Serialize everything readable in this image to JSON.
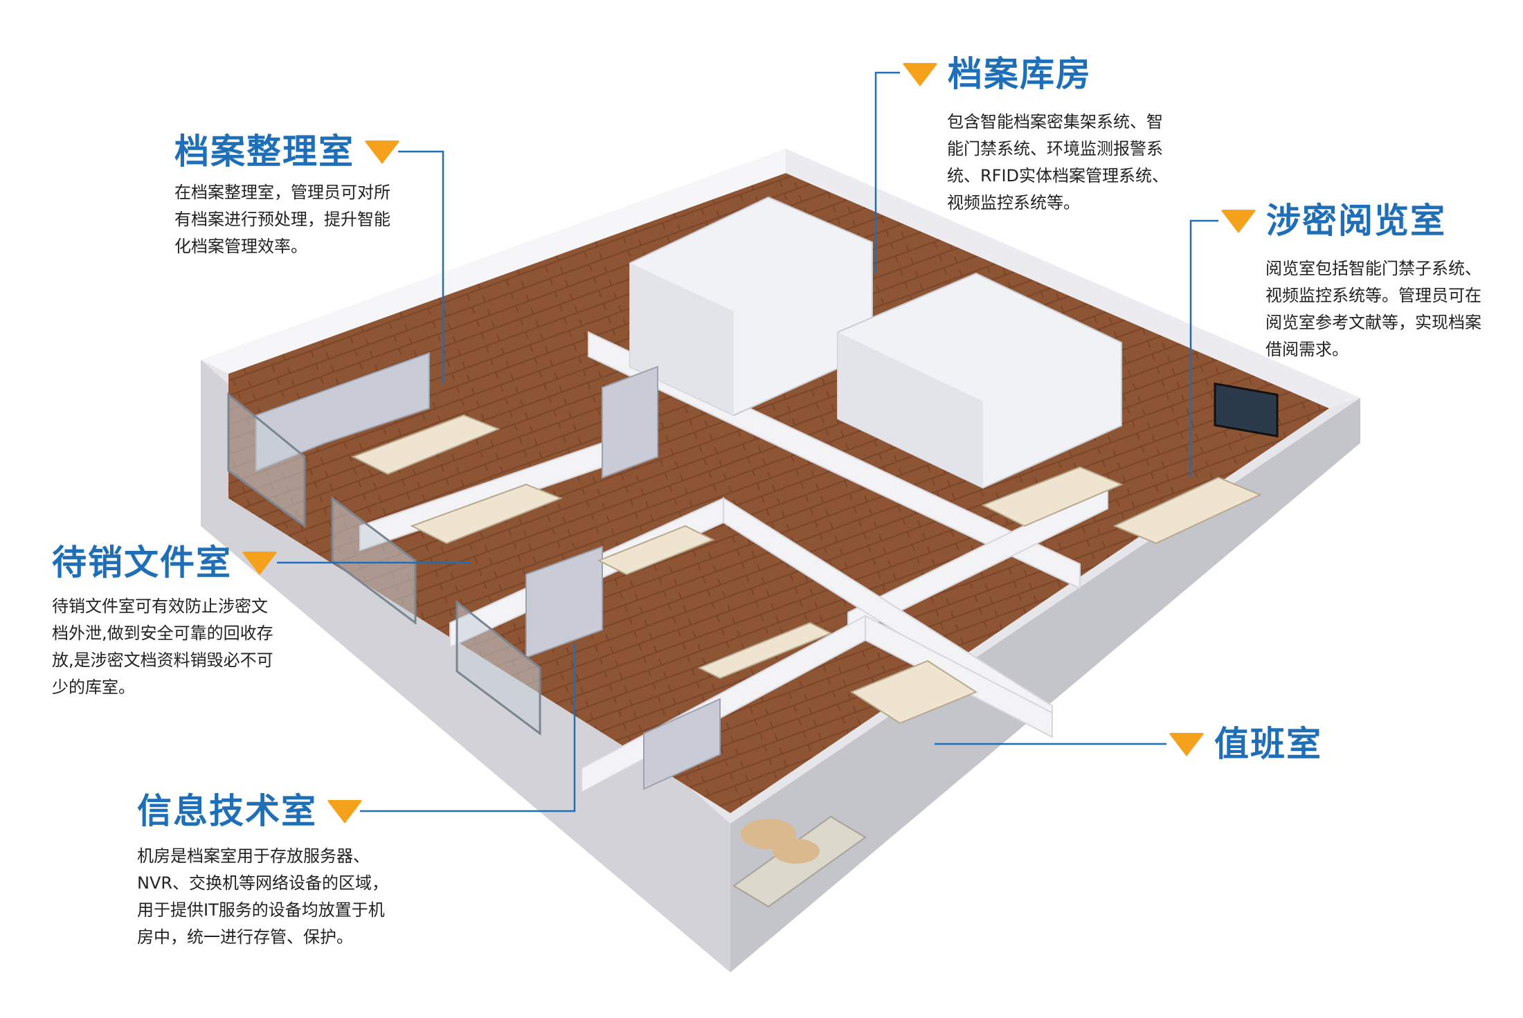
{
  "colors": {
    "accent": "#1f6fb8",
    "marker": "#f5a11c",
    "floor": "#8a5233",
    "wall": "#f3f3f5"
  },
  "rooms": {
    "archive_sorting": {
      "title": "档案整理室",
      "desc": [
        "在档案整理室，管理员可对所",
        "有档案进行预处理，提升智能",
        "化档案管理效率。"
      ]
    },
    "archive_storage": {
      "title": "档案库房",
      "desc": [
        "包含智能档案密集架系统、智",
        "能门禁系统、环境监测报警系",
        "统、RFID实体档案管理系统、",
        "视频监控系统等。"
      ]
    },
    "classified_reading": {
      "title": "涉密阅览室",
      "desc": [
        "阅览室包括智能门禁子系统、",
        "视频监控系统等。管理员可在",
        "阅览室参考文献等，实现档案",
        "借阅需求。"
      ]
    },
    "pending_destruction": {
      "title": "待销文件室",
      "desc": [
        "待销文件室可有效防止涉密文",
        "档外泄,做到安全可靠的回收存",
        "放,是涉密文档资料销毁必不可",
        "少的库室。"
      ]
    },
    "duty_room": {
      "title": "值班室",
      "desc": []
    },
    "it_room": {
      "title": "信息技术室",
      "desc": [
        "机房是档案室用于存放服务器、",
        "NVR、交换机等网络设备的区域，",
        "用于提供IT服务的设备均放置于机",
        "房中，统一进行存管、保护。"
      ]
    }
  }
}
